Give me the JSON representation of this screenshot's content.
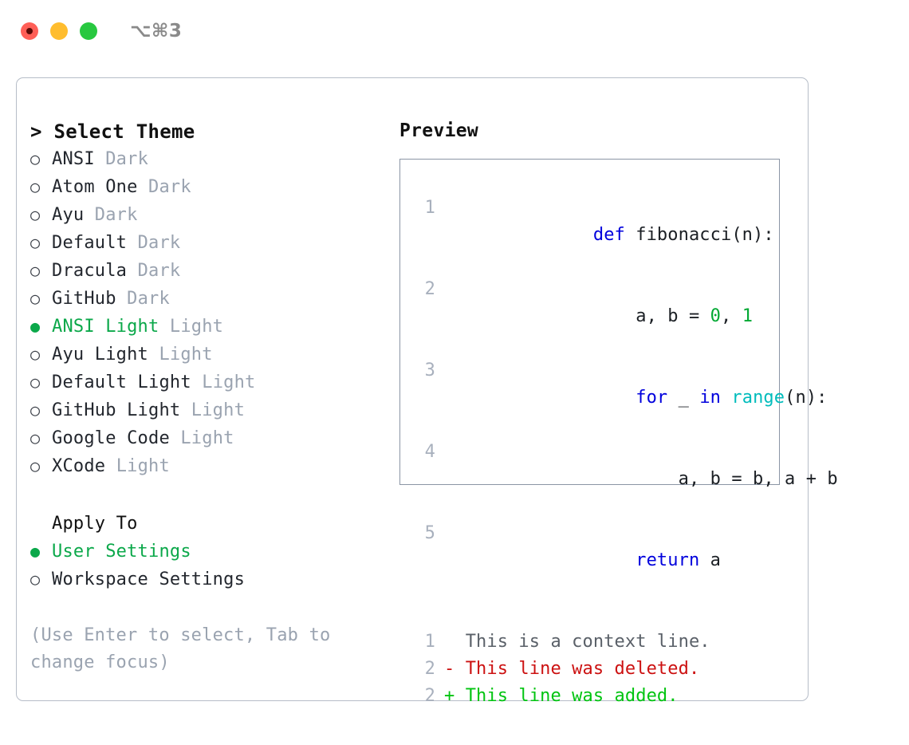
{
  "titlebar": {
    "shortcut": "⌥⌘3",
    "lights": [
      {
        "name": "close",
        "color": "#ff5f57"
      },
      {
        "name": "minimize",
        "color": "#ffbd2e"
      },
      {
        "name": "maximize",
        "color": "#28c840"
      }
    ]
  },
  "theme_picker": {
    "header": "> Select Theme",
    "items": [
      {
        "bullet": "○",
        "name": "ANSI",
        "variant": "Dark",
        "selected": false
      },
      {
        "bullet": "○",
        "name": "Atom One",
        "variant": "Dark",
        "selected": false
      },
      {
        "bullet": "○",
        "name": "Ayu",
        "variant": "Dark",
        "selected": false
      },
      {
        "bullet": "○",
        "name": "Default",
        "variant": "Dark",
        "selected": false
      },
      {
        "bullet": "○",
        "name": "Dracula",
        "variant": "Dark",
        "selected": false
      },
      {
        "bullet": "○",
        "name": "GitHub",
        "variant": "Dark",
        "selected": false
      },
      {
        "bullet": "●",
        "name": "ANSI Light",
        "variant": "Light",
        "selected": true
      },
      {
        "bullet": "○",
        "name": "Ayu Light",
        "variant": "Light",
        "selected": false
      },
      {
        "bullet": "○",
        "name": "Default Light",
        "variant": "Light",
        "selected": false
      },
      {
        "bullet": "○",
        "name": "GitHub Light",
        "variant": "Light",
        "selected": false
      },
      {
        "bullet": "○",
        "name": "Google Code",
        "variant": "Light",
        "selected": false
      },
      {
        "bullet": "○",
        "name": "XCode",
        "variant": "Light",
        "selected": false
      }
    ]
  },
  "apply_to": {
    "title": "Apply To",
    "items": [
      {
        "bullet": "●",
        "name": "User Settings",
        "selected": true
      },
      {
        "bullet": "○",
        "name": "Workspace Settings",
        "selected": false
      }
    ]
  },
  "hint": "(Use Enter to select, Tab to change focus)",
  "preview": {
    "title": "Preview",
    "code_lines": [
      {
        "no": "1",
        "tokens": [
          {
            "t": "def",
            "c": "kw"
          },
          {
            "t": " fibonacci(n):",
            "c": "plain"
          }
        ]
      },
      {
        "no": "2",
        "tokens": [
          {
            "t": "    a, b = ",
            "c": "plain"
          },
          {
            "t": "0",
            "c": "num"
          },
          {
            "t": ", ",
            "c": "plain"
          },
          {
            "t": "1",
            "c": "num"
          }
        ]
      },
      {
        "no": "3",
        "tokens": [
          {
            "t": "    ",
            "c": "plain"
          },
          {
            "t": "for",
            "c": "kw"
          },
          {
            "t": " _ ",
            "c": "plain"
          },
          {
            "t": "in",
            "c": "kw"
          },
          {
            "t": " ",
            "c": "plain"
          },
          {
            "t": "range",
            "c": "fn"
          },
          {
            "t": "(n):",
            "c": "plain"
          }
        ]
      },
      {
        "no": "4",
        "tokens": [
          {
            "t": "        a, b = b, a + b",
            "c": "plain"
          }
        ]
      },
      {
        "no": "5",
        "tokens": [
          {
            "t": "    ",
            "c": "plain"
          },
          {
            "t": "return",
            "c": "kw"
          },
          {
            "t": " a",
            "c": "plain"
          }
        ]
      }
    ],
    "diff_lines": [
      {
        "no": "1",
        "marker": "  ",
        "text": "This is a context line.",
        "kind": "ctx"
      },
      {
        "no": "2",
        "marker": "- ",
        "text": "This line was deleted.",
        "kind": "del"
      },
      {
        "no": "2",
        "marker": "+ ",
        "text": "This line was added.",
        "kind": "add"
      }
    ]
  },
  "colors": {
    "accent_green": "#0ba84a",
    "muted": "#9aa3b0",
    "keyword_blue": "#0000dd",
    "function_cyan": "#00bcbc",
    "number_green": "#00a832",
    "diff_delete_red": "#cc1111",
    "diff_add_green": "#00c410",
    "panel_border": "#b6bdc8",
    "preview_border": "#8b95a5"
  }
}
